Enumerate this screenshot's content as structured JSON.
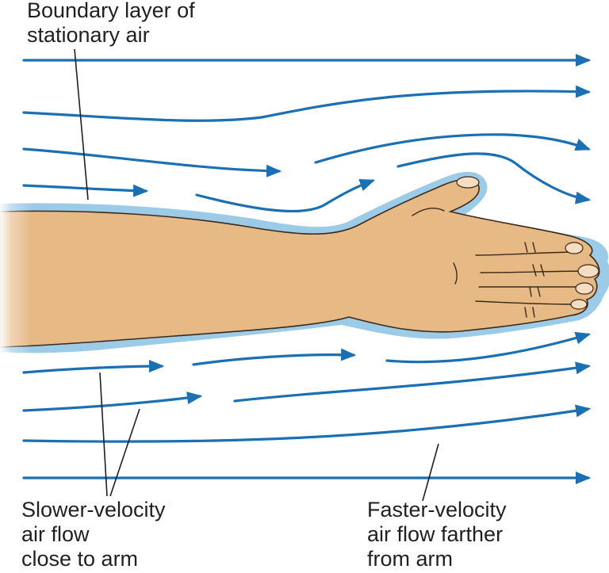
{
  "labels": {
    "boundary": [
      "Boundary layer of",
      "stationary air"
    ],
    "slower": [
      "Slower-velocity",
      "air flow",
      "close to arm"
    ],
    "faster": [
      "Faster-velocity",
      "air flow farther",
      "from arm"
    ]
  },
  "colors": {
    "airflow": "#1b6fb3",
    "boundary_layer": "#9ccbe8",
    "skin": "#e6b985",
    "outline": "#3b2a1a",
    "text": "#231f20"
  }
}
